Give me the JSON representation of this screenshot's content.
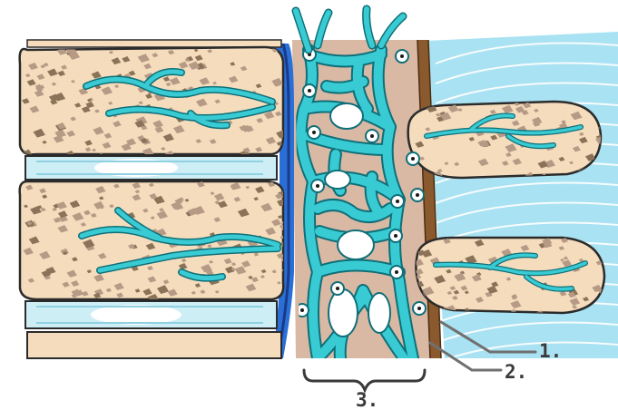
{
  "labels": {
    "one": "1.",
    "two": "2.",
    "three": "3."
  },
  "colors": {
    "bone": "#f4dcbc",
    "bone_outline": "#2b2b2b",
    "bone_speckle": "#b69a86",
    "bone_speckle_dark": "#8a7358",
    "disc": "#cdeef4",
    "disc_core": "#ffffff",
    "vein": "#39cbd3",
    "vein_outline": "#0f6f78",
    "canal": "#d9b8a4",
    "ligament_blue": "#2a6fd6",
    "ligament_dark": "#1a3a8a",
    "dura_brown": "#8a5a2e",
    "muscle_blue": "#a9e2f2",
    "leader_gray": "#707070",
    "label_text": "#3a3a3a"
  },
  "icons": [
    "vertebral-body",
    "intervertebral-disc",
    "venous-plexus",
    "vertebral-arch",
    "brace-bracket"
  ]
}
